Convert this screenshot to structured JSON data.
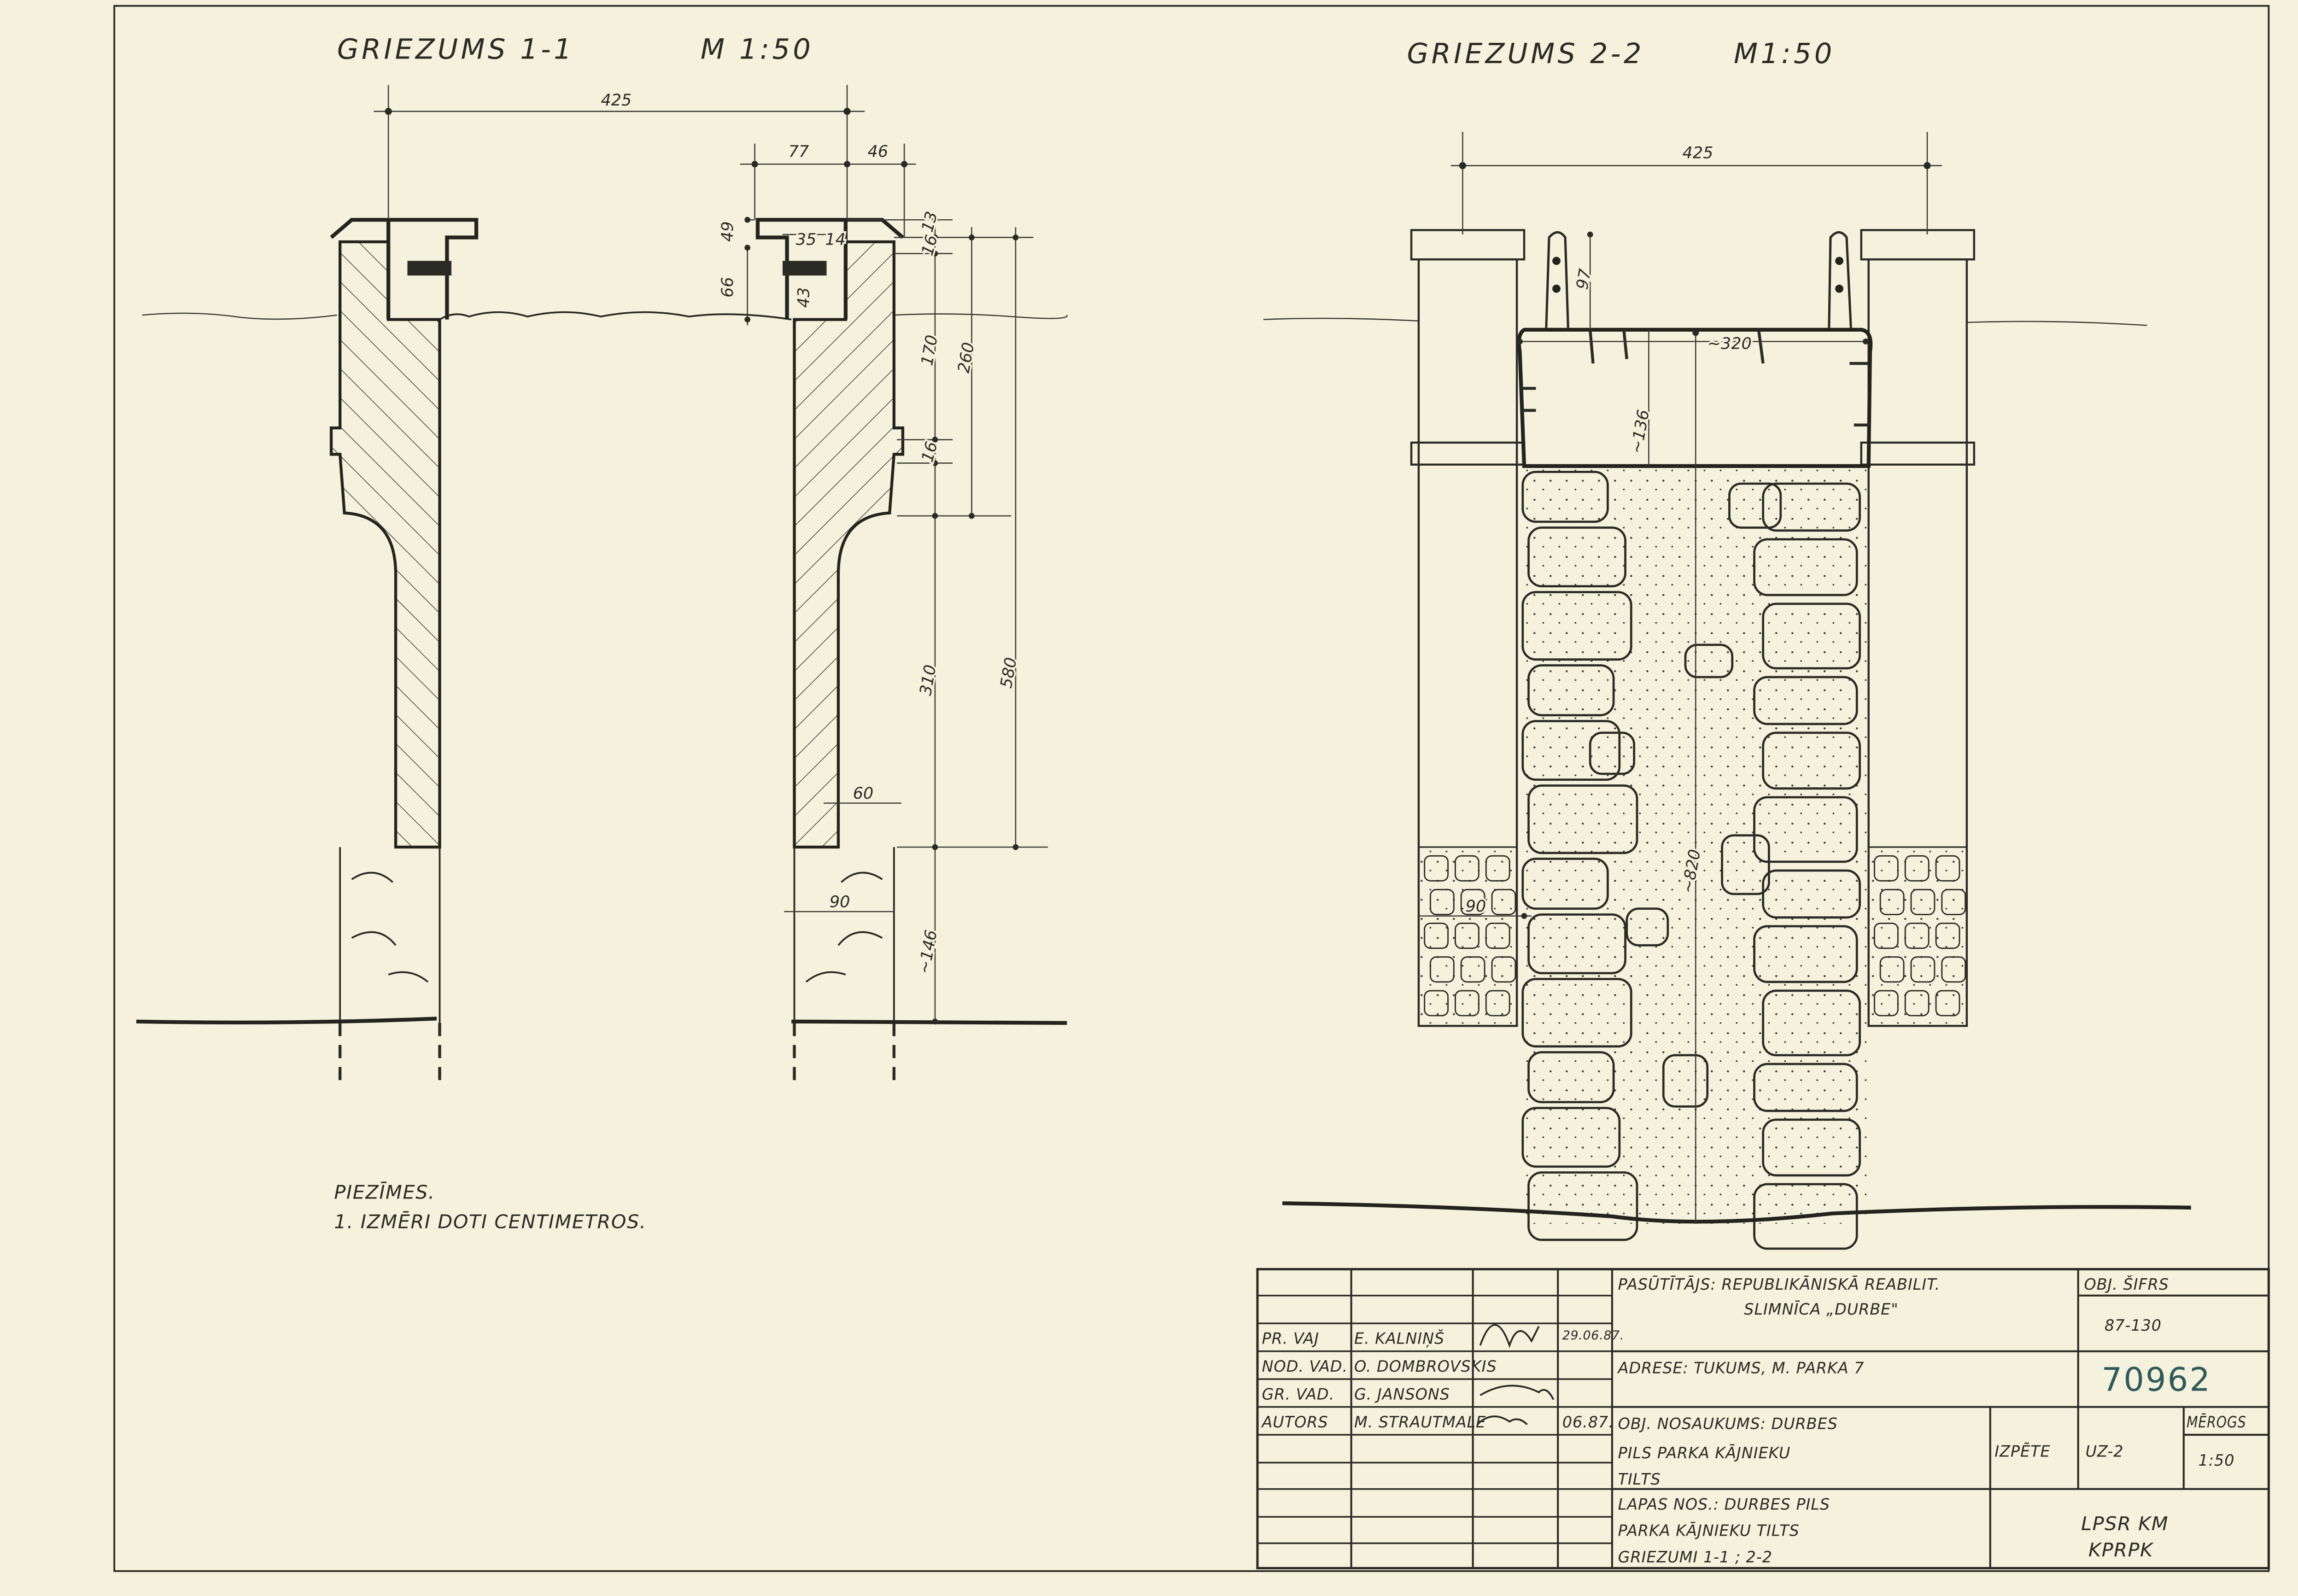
{
  "colors": {
    "paper": "#f4f1dc",
    "ink": "#2b2b25",
    "stamp": "#2f5a5c"
  },
  "section1": {
    "title": "GRIEZUMS 1-1",
    "scale": "M 1:50",
    "dims": {
      "overall_width": "425",
      "d77": "77",
      "d46": "46",
      "d49": "49",
      "d66": "66",
      "d35": "35",
      "d14": "14",
      "d43": "43",
      "d16a": "16",
      "d13": "13",
      "d170": "170",
      "d260": "260",
      "d16b": "16",
      "d310": "310",
      "d580": "580",
      "d60": "60",
      "d90": "90",
      "d146": "~146"
    }
  },
  "section2": {
    "title": "GRIEZUMS 2-2",
    "scale": "M1:50",
    "dims": {
      "overall_width": "425",
      "d97": "97",
      "d320": "~320",
      "d136": "~136",
      "d820": "~820",
      "d90": "90"
    }
  },
  "notes": {
    "heading": "PIEZĪMES.",
    "items": [
      "1. IZMĒRI DOTI CENTIMETROS."
    ]
  },
  "title_block": {
    "roles": [
      {
        "role": "PR. VAJ",
        "name": "E. KALNIŅŠ",
        "date": "29.06.87."
      },
      {
        "role": "NOD. VAD.",
        "name": "O. DOMBROVSKIS",
        "date": ""
      },
      {
        "role": "GR. VAD.",
        "name": "G. JANSONS",
        "date": ""
      },
      {
        "role": "AUTORS",
        "name": "M. STRAUTMALE",
        "date": "06.87."
      }
    ],
    "client_line1": "PASŪTĪTĀJS: REPUBLIKĀNISKĀ REABILIT.",
    "client_line2": "SLIMNĪCA „DURBE\"",
    "address": "ADRESE: TUKUMS, M. PARKA 7",
    "object_name_line1": "OBJ. NOSAUKUMS: DURBES",
    "object_name_line2": "PILS PARKA KĀJNIEKU",
    "object_name_line3": "TILTS",
    "sheet_name_line1": "LAPAS NOS.: DURBES PILS",
    "sheet_name_line2": "PARKA KĀJNIEKU TILTS",
    "sheet_name_line3": "GRIEZUMI 1-1 ; 2-2",
    "code_label": "OBJ. ŠIFRS",
    "code_value": "87-130",
    "archive_number": "70962",
    "stage_label": "IZPĒTE",
    "sheet_code": "UZ-2",
    "scale_label": "MĒROGS",
    "scale_value": "1:50",
    "organization_line1": "LPSR KM",
    "organization_line2": "KPRPK"
  }
}
